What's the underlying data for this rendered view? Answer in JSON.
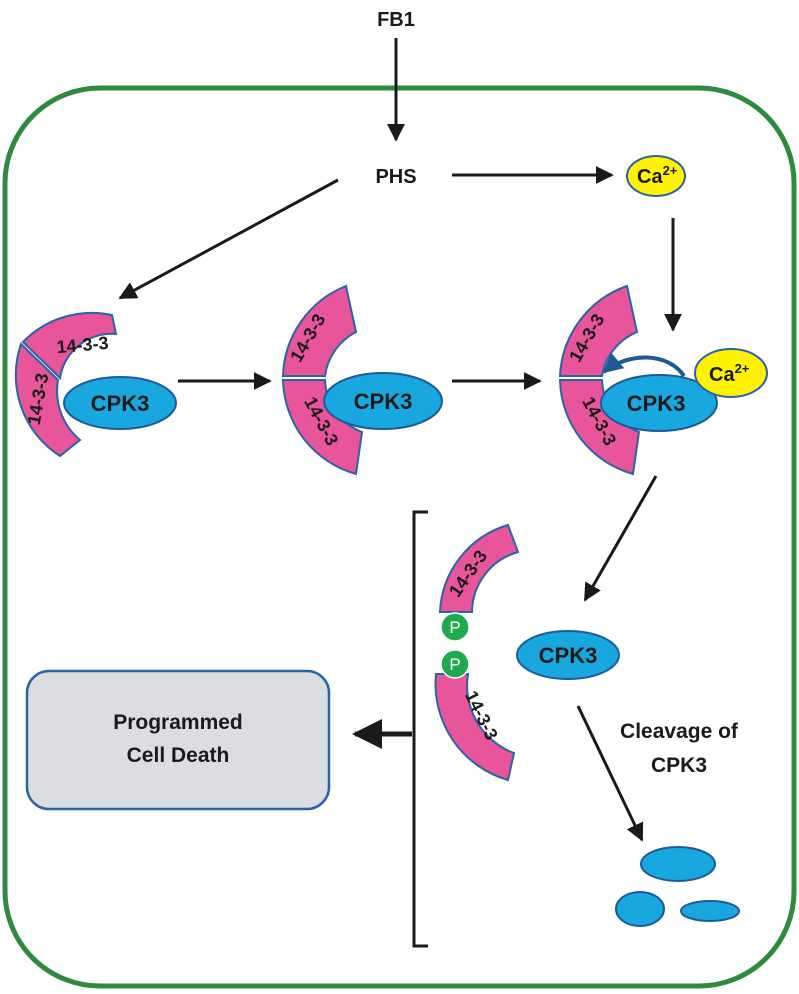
{
  "input": {
    "label": "FB1"
  },
  "phs": {
    "label": "PHS"
  },
  "calcium": {
    "label": "Ca",
    "superscript": "2+"
  },
  "protein_labels": {
    "cpk3": "CPK3",
    "fourteen_three_three": "14-3-3"
  },
  "phospho": {
    "label": "P"
  },
  "outcome": {
    "line1": "Programmed",
    "line2": "Cell Death"
  },
  "cleavage": {
    "line1": "Cleavage of",
    "line2": "CPK3"
  },
  "colors": {
    "cell_border": "#2e8b3d",
    "fourteen_three_three_fill": "#e8559a",
    "cpk3_fill": "#19a7df",
    "calcium_fill": "#fff200",
    "phospho_fill": "#1faa4b",
    "outcome_box_fill": "#dcdde0",
    "outline_blue": "#2a64a6"
  }
}
